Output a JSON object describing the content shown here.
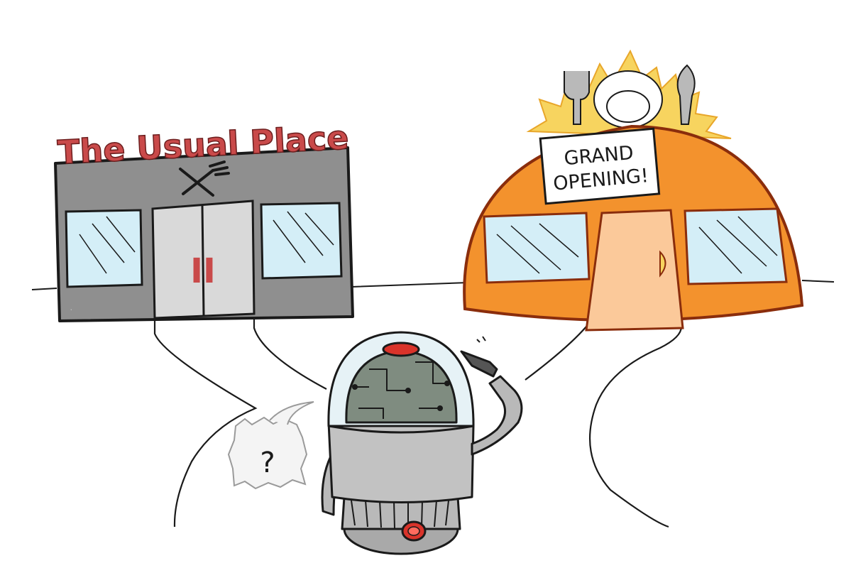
{
  "scene": {
    "left_restaurant": {
      "sign": "The Usual Place",
      "door_handle_marks": "II"
    },
    "right_restaurant": {
      "banner_line1": "GRAND",
      "banner_line2": "OPENING!"
    },
    "robot": {
      "speech_bubble": "?"
    }
  },
  "colors": {
    "outline": "#1a1a1a",
    "usual_place_wall": "#8f8f8f",
    "usual_place_door": "#d9d9d9",
    "usual_place_sign": "#c94a4a",
    "window_glass": "#d4eef7",
    "dome_orange": "#f3922d",
    "dome_outline": "#8a2d0c",
    "dome_door": "#fbc99a",
    "sunburst": "#f7d45f",
    "robot_metal": "#b9b9b9",
    "robot_brain": "#7f8c80",
    "robot_light": "#d9332a"
  }
}
